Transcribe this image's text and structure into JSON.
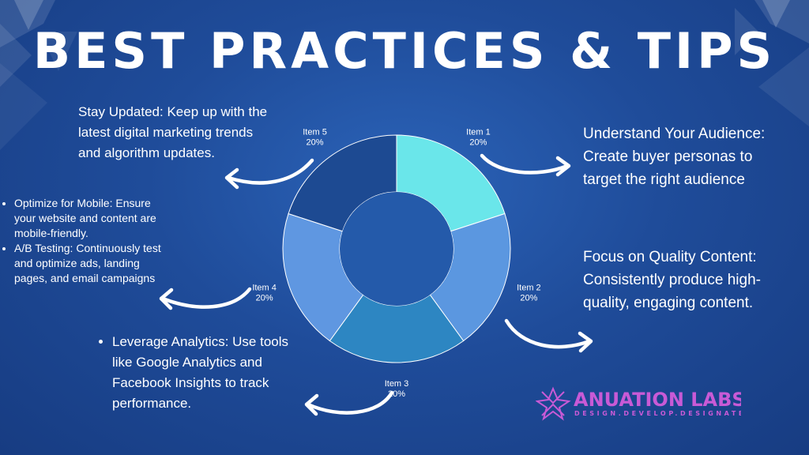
{
  "title": "BEST PRACTICES & TIPS",
  "chart_data": {
    "type": "pie",
    "donut": true,
    "categories": [
      "Item 1",
      "Item 2",
      "Item 3",
      "Item 4",
      "Item 5"
    ],
    "values": [
      20,
      20,
      20,
      20,
      20
    ],
    "value_labels": [
      "20%",
      "20%",
      "20%",
      "20%",
      "20%"
    ],
    "colors": [
      "#6ae6ea",
      "#5b97e0",
      "#2d86c2",
      "#5f97e1",
      "#1d4a92"
    ]
  },
  "tips": {
    "stay_updated": "Stay Updated: Keep up with the latest digital marketing trends and algorithm updates.",
    "optimize_mobile": "Optimize for Mobile: Ensure your website and content are mobile-friendly.",
    "ab_testing": "A/B Testing: Continuously test and optimize ads, landing pages, and email campaigns",
    "leverage_analytics": "Leverage Analytics: Use tools like Google Analytics and Facebook Insights to track performance.",
    "understand_audience": "Understand Your Audience: Create buyer personas to target the right audience",
    "quality_content": "Focus on Quality Content: Consistently produce high-quality, engaging content."
  },
  "logo": {
    "name": "ANUATION LABS",
    "tagline": "DESIGN.DEVELOP.DESIGNATE"
  }
}
